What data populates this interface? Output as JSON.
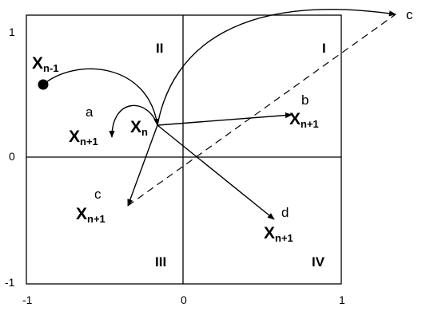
{
  "axis_ticks": {
    "x_left": "-1",
    "x_mid": "0",
    "x_right": "1",
    "y_top": "1",
    "y_mid": "0",
    "y_bottom": "-1"
  },
  "quadrants": {
    "q1": "I",
    "q2": "II",
    "q3": "III",
    "q4": "IV"
  },
  "points": {
    "prev": {
      "var": "X",
      "sub": "n-1"
    },
    "current": {
      "var": "X",
      "sub": "n"
    },
    "next_a": {
      "tag": "a",
      "var": "X",
      "sub": "n+1"
    },
    "next_b": {
      "tag": "b",
      "var": "X",
      "sub": "n+1"
    },
    "next_c": {
      "tag": "c",
      "var": "X",
      "sub": "n+1"
    },
    "next_d": {
      "tag": "d",
      "var": "X",
      "sub": "n+1"
    }
  },
  "outside_tag": "c",
  "colors": {
    "ink": "#000000",
    "background": "#ffffff"
  }
}
